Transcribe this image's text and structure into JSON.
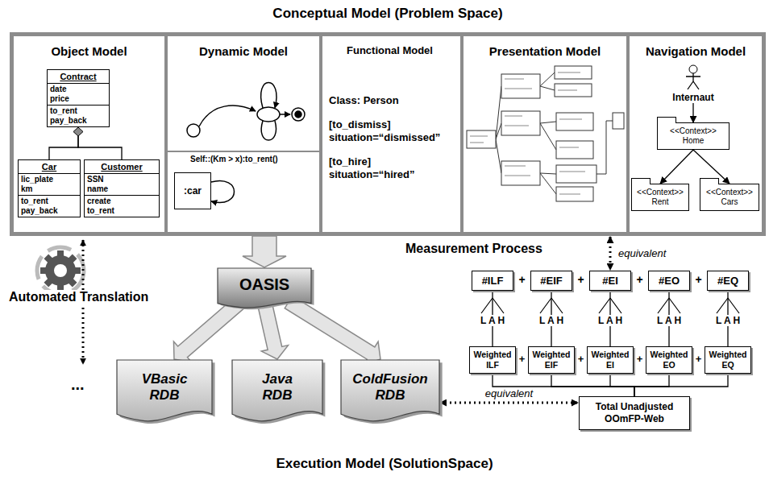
{
  "diagram": {
    "caption": "Execution Model (SolutionSpace)",
    "nodes": [
      {
        "text": [
          "Conceptual Model (Problem Space)"
        ]
      },
      {
        "text": [
          "Object Model"
        ],
        "in": 0
      },
      {
        "text": [
          "Contract",
          "date price",
          "to_rent pay_back"
        ],
        "in": 1
      },
      {
        "text": [
          "Car",
          "lic_plate km",
          "to_rent pay_back"
        ],
        "in": 1
      },
      {
        "text": [
          "Customer",
          "SSN name",
          "create to_rent"
        ],
        "in": 1
      },
      {
        "text": [
          "Dynamic Model"
        ],
        "in": 0
      },
      {
        "text": [
          ":car"
        ],
        "in": 5
      },
      {
        "text": [
          "Functional Model",
          "Class: Person",
          "[to_dismiss] situation=“dismissed”",
          "[to_hire] situation=“hired”"
        ],
        "in": 0
      },
      {
        "text": [
          "Presentation Model"
        ],
        "in": 0
      },
      {
        "text": [
          "Navigation Model"
        ],
        "in": 0
      },
      {
        "text": [
          "Internaut"
        ],
        "in": 9
      },
      {
        "text": [
          "<<Context>>",
          "Home"
        ],
        "in": 9
      },
      {
        "text": [
          "<<Context>>",
          "Rent"
        ],
        "in": 9
      },
      {
        "text": [
          "<<Context>>",
          "Cars"
        ],
        "in": 9
      },
      {
        "text": [
          "OASIS"
        ]
      },
      {
        "text": [
          "VBasic RDB"
        ]
      },
      {
        "text": [
          "Java RDB"
        ]
      },
      {
        "text": [
          "ColdFusion RDB"
        ]
      },
      {
        "text": [
          "#ILF"
        ]
      },
      {
        "text": [
          "#EIF"
        ]
      },
      {
        "text": [
          "#EI"
        ]
      },
      {
        "text": [
          "#EO"
        ]
      },
      {
        "text": [
          "#EQ"
        ]
      },
      {
        "text": [
          "Weighted ILF"
        ]
      },
      {
        "text": [
          "Weighted EIF"
        ]
      },
      {
        "text": [
          "Weighted EI"
        ]
      },
      {
        "text": [
          "Weighted EO"
        ]
      },
      {
        "text": [
          "Weighted EQ"
        ]
      },
      {
        "text": [
          "Total Unadjusted OOmFP-Web"
        ]
      }
    ],
    "edges": [
      {
        "from": 2,
        "to": 3,
        "arrow": "none"
      },
      {
        "from": 2,
        "to": 4,
        "arrow": "none"
      },
      {
        "from": 10,
        "to": 11,
        "arrow": "to"
      },
      {
        "from": 11,
        "to": 12,
        "arrow": "to"
      },
      {
        "from": 11,
        "to": 13,
        "arrow": "to"
      },
      {
        "from": 0,
        "to": 14,
        "arrow": "to"
      },
      {
        "from": 14,
        "to": 15,
        "arrow": "to"
      },
      {
        "from": 14,
        "to": 16,
        "arrow": "to"
      },
      {
        "from": 14,
        "to": 17,
        "arrow": "to"
      },
      {
        "from": 0,
        "to": 20,
        "label": "equivalent",
        "arrow": "both"
      },
      {
        "from": 17,
        "to": 28,
        "label": "equivalent",
        "arrow": "both"
      },
      {
        "from": 18,
        "to": 23,
        "arrow": "none"
      },
      {
        "from": 19,
        "to": 24,
        "arrow": "none"
      },
      {
        "from": 20,
        "to": 25,
        "arrow": "none"
      },
      {
        "from": 21,
        "to": 26,
        "arrow": "none"
      },
      {
        "from": 22,
        "to": 27,
        "arrow": "none"
      },
      {
        "from": 23,
        "to": 28,
        "arrow": "none"
      },
      {
        "from": 24,
        "to": 28,
        "arrow": "none"
      },
      {
        "from": 25,
        "to": 28,
        "arrow": "none"
      },
      {
        "from": 26,
        "to": 28,
        "arrow": "none"
      },
      {
        "from": 27,
        "to": 28,
        "arrow": "none"
      }
    ],
    "labels": [
      "Self::(Km > x):to_rent()",
      "Measurement Process",
      "Automated Translation",
      "+",
      "+",
      "+",
      "+",
      "L A H",
      "L A H",
      "L A H",
      "L A H",
      "L A H",
      "+",
      "+",
      "+",
      "+",
      "..."
    ]
  }
}
